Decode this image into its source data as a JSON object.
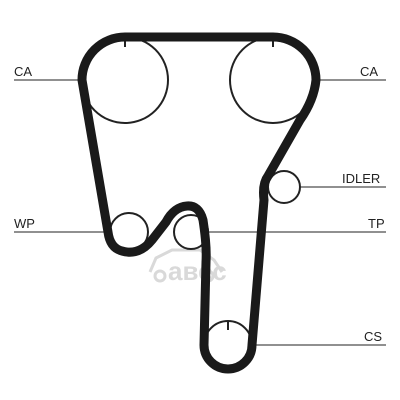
{
  "labels": {
    "ca_left": "CA",
    "ca_right": "CA",
    "idler": "IDLER",
    "wp": "WP",
    "tp": "TP",
    "cs": "CS"
  },
  "watermark": {
    "text": "авес"
  },
  "colors": {
    "belt": "#1a1a1a",
    "line": "#222222",
    "watermark": "#d9d9d9"
  }
}
